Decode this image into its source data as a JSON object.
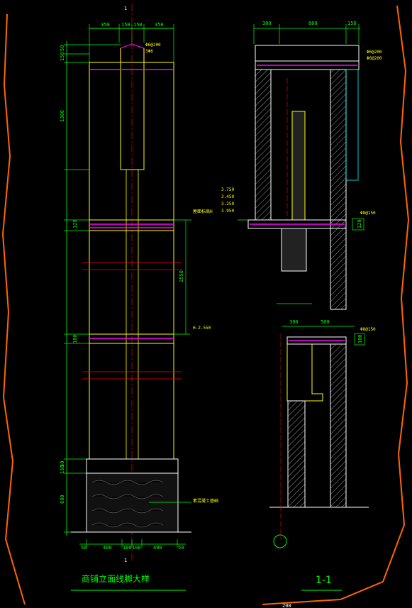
{
  "colors": {
    "background": "#000000",
    "concrete": "#ffff00",
    "wall": "#ffffff",
    "dimension": "#00ff00",
    "rebar": "#ff00ff",
    "centerline": "#ff0000",
    "hatch": "#00ffff",
    "border": "#ff6600"
  },
  "left_view": {
    "top_marker": "1",
    "bottom_marker": "1",
    "top_dims": [
      "350",
      "150",
      "150",
      "350"
    ],
    "left_dims": [
      "50",
      "150",
      "1300",
      "120",
      "2550",
      "100",
      "50",
      "150",
      "600"
    ],
    "bottom_dims": [
      "50",
      "400",
      "100",
      "100",
      "400",
      "50"
    ],
    "rebar_note_top": "Φ6@200",
    "rebar_note_top_2": "3Φ6",
    "level_note_1": "屋面标高H",
    "level_note_2": "H-2.550",
    "foundation_note": "素混凝土基础",
    "title": "商铺立面线脚大样"
  },
  "right_view": {
    "top_dims": [
      "300",
      "800",
      "150"
    ],
    "rebar_note_1": "Φ6@200",
    "rebar_note_2": "Φ6@200",
    "levels": [
      "3.750",
      "3.450",
      "3.250",
      "3.950"
    ],
    "rebar_note_mid": "Φ8@150",
    "dim_mid": "120",
    "lower_dims": [
      "300",
      "500"
    ],
    "rebar_note_lower": "Φ8@150",
    "dim_lower": "100",
    "section_label": "1-1",
    "bottom_label": "200"
  }
}
